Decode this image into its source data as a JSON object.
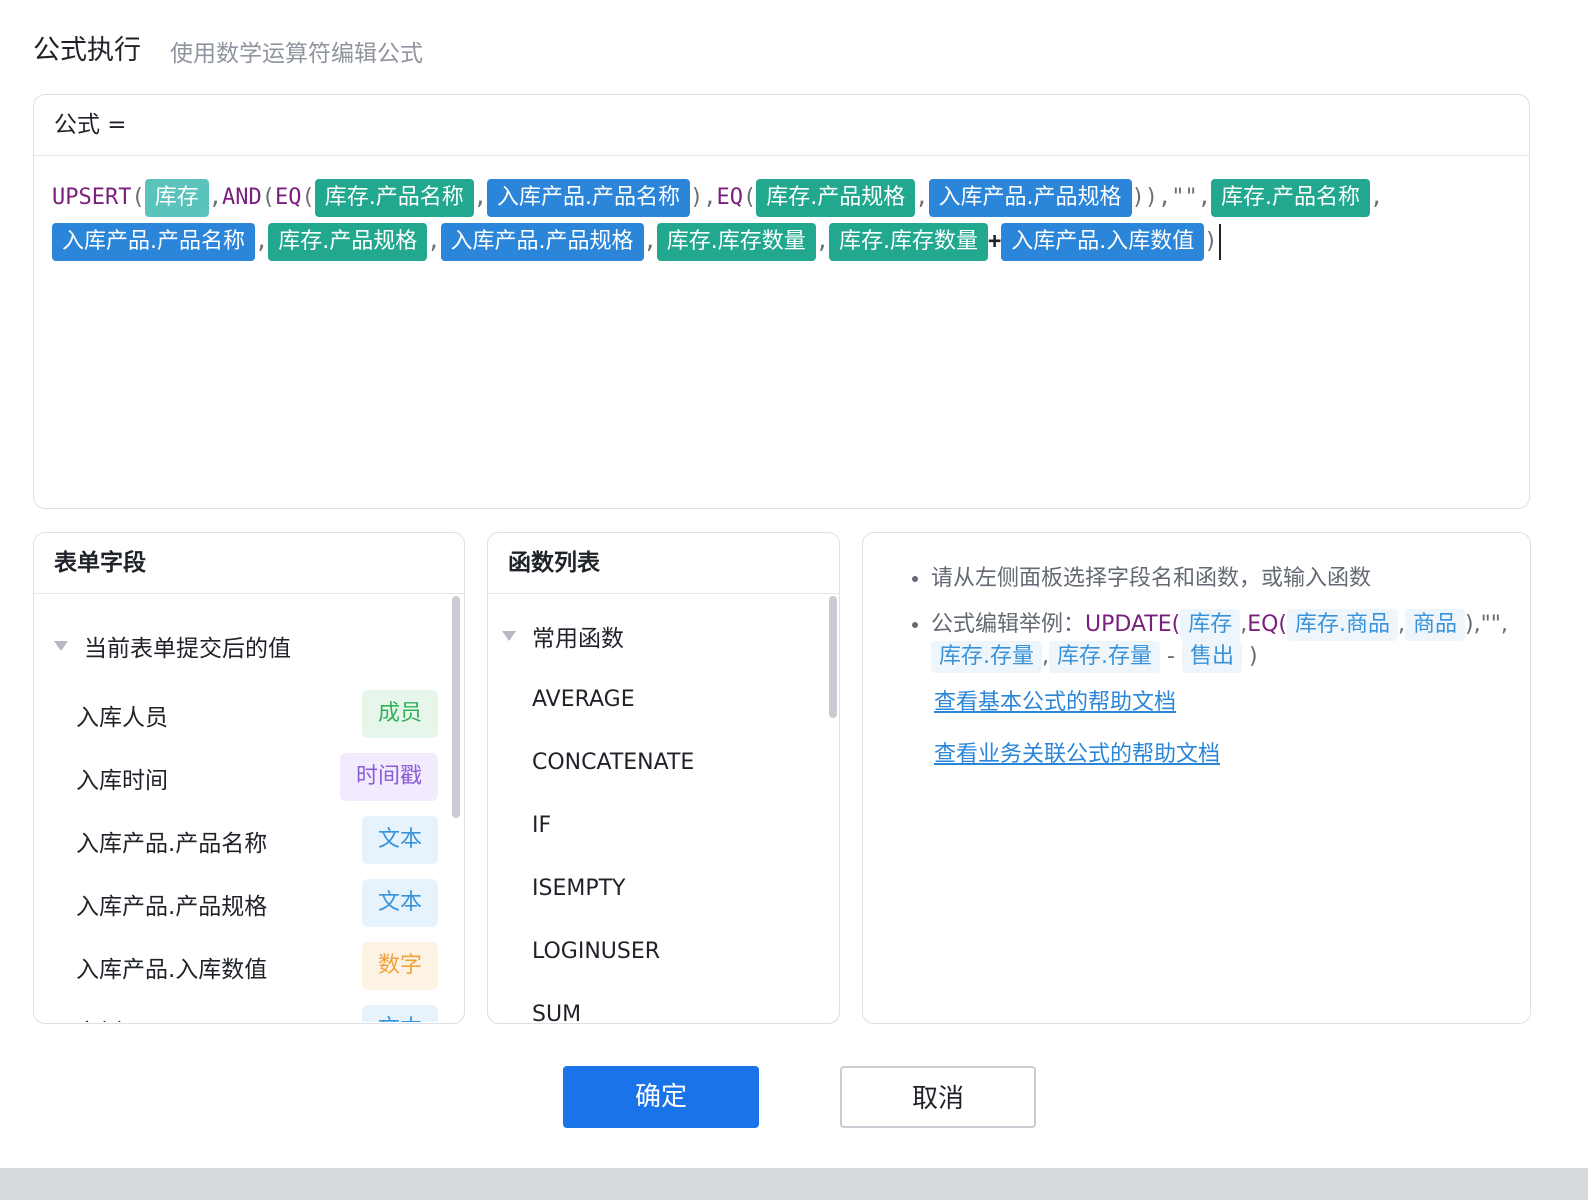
{
  "dialog": {
    "title": "公式执行",
    "subtitle": "使用数学运算符编辑公式"
  },
  "formula": {
    "header": "公式 =",
    "line1": [
      {
        "type": "fn",
        "text": "UPSERT"
      },
      {
        "type": "punc",
        "text": "("
      },
      {
        "type": "tok-teal-light",
        "text": "库存"
      },
      {
        "type": "punc",
        "text": ","
      },
      {
        "type": "fn",
        "text": "AND"
      },
      {
        "type": "punc",
        "text": "("
      },
      {
        "type": "fn",
        "text": "EQ"
      },
      {
        "type": "punc",
        "text": "("
      },
      {
        "type": "tok-teal",
        "text": "库存.产品名称"
      },
      {
        "type": "punc",
        "text": ","
      },
      {
        "type": "tok-blue",
        "text": "入库产品.产品名称"
      },
      {
        "type": "punc",
        "text": "),"
      },
      {
        "type": "fn",
        "text": "EQ"
      },
      {
        "type": "punc",
        "text": "("
      },
      {
        "type": "tok-teal",
        "text": "库存.产品规格"
      },
      {
        "type": "punc",
        "text": ","
      },
      {
        "type": "tok-blue",
        "text": "入库产品.产品规格"
      },
      {
        "type": "punc",
        "text": ")),\"\","
      },
      {
        "type": "tok-teal",
        "text": "库存.产品名称"
      },
      {
        "type": "punc",
        "text": ","
      }
    ],
    "line2": [
      {
        "type": "tok-blue",
        "text": "入库产品.产品名称"
      },
      {
        "type": "punc",
        "text": ","
      },
      {
        "type": "tok-teal",
        "text": "库存.产品规格"
      },
      {
        "type": "punc",
        "text": ","
      },
      {
        "type": "tok-blue",
        "text": "入库产品.产品规格"
      },
      {
        "type": "punc",
        "text": ","
      },
      {
        "type": "tok-teal",
        "text": "库存.库存数量"
      },
      {
        "type": "punc",
        "text": ","
      },
      {
        "type": "tok-teal",
        "text": "库存.库存数量"
      },
      {
        "type": "op",
        "text": "+"
      },
      {
        "type": "tok-blue",
        "text": "入库产品.入库数值"
      },
      {
        "type": "punc",
        "text": ")"
      }
    ]
  },
  "fields_panel": {
    "title": "表单字段",
    "group": "当前表单提交后的值",
    "items": [
      {
        "label": "入库人员",
        "badge": "成员",
        "kind": "member"
      },
      {
        "label": "入库时间",
        "badge": "时间戳",
        "kind": "time"
      },
      {
        "label": "入库产品.产品名称",
        "badge": "文本",
        "kind": "text"
      },
      {
        "label": "入库产品.产品规格",
        "badge": "文本",
        "kind": "text"
      },
      {
        "label": "入库产品.入库数值",
        "badge": "数字",
        "kind": "number"
      },
      {
        "label": "实例id (ver)",
        "badge": "文本",
        "kind": "text"
      }
    ]
  },
  "functions_panel": {
    "title": "函数列表",
    "group": "常用函数",
    "items": [
      "AVERAGE",
      "CONCATENATE",
      "IF",
      "ISEMPTY",
      "LOGINUSER",
      "SUM"
    ]
  },
  "help_panel": {
    "tip": "请从左侧面板选择字段名和函数，或输入函数",
    "example_label": "公式编辑举例：",
    "example_fn1": "UPDATE(",
    "example_tok1": "库存",
    "example_sep1": ",",
    "example_fn2": "EQ(",
    "example_tok2": "库存.商品",
    "example_sep2": ",",
    "example_tok3": "商品",
    "example_mid": "),\"\",",
    "example_tok4": "库存.存量",
    "example_sep3": ",",
    "example_tok5": "库存.存量",
    "example_minus": "-",
    "example_tok6": "售出",
    "example_end": ")",
    "link_basic": "查看基本公式的帮助文档",
    "link_business": "查看业务关联公式的帮助文档"
  },
  "buttons": {
    "confirm": "确定",
    "cancel": "取消"
  }
}
